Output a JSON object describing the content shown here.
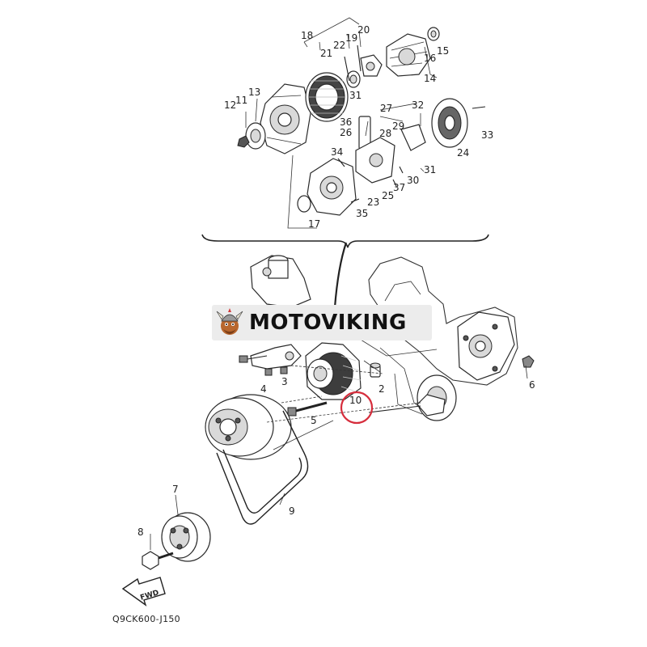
{
  "brand": {
    "name": "MOTOVIKING",
    "accent_color": "#d23b3b",
    "logo_icon": "viking-mascot-icon"
  },
  "diagram_code": "Q9CK600-J150",
  "direction_marker": {
    "label": "FWD",
    "icon": "forward-arrow-icon"
  },
  "highlight": {
    "part_number": "10",
    "color": "#d62d3c"
  },
  "exploded_view_labels": [
    "18",
    "19",
    "20",
    "21",
    "22",
    "11",
    "12",
    "13",
    "31",
    "16",
    "15",
    "14",
    "27",
    "32",
    "36",
    "26",
    "28",
    "29",
    "33",
    "34",
    "24",
    "31",
    "25",
    "37",
    "30",
    "23",
    "35",
    "17"
  ],
  "assembly_view_labels": [
    "6",
    "4",
    "3",
    "2",
    "5",
    "10",
    "7",
    "9",
    "8"
  ]
}
